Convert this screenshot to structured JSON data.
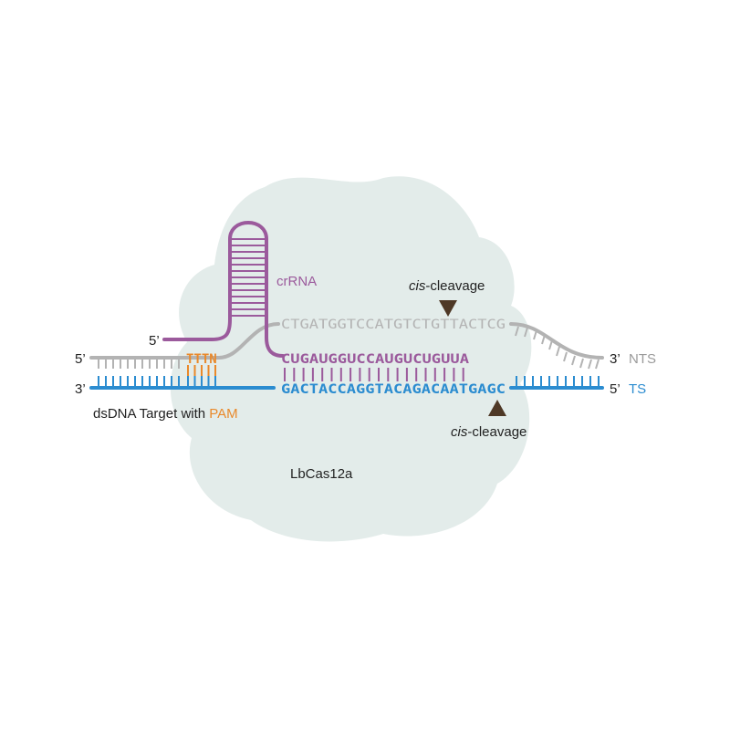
{
  "labels": {
    "crrna": "crRNA",
    "crrna_five_prime": "5’",
    "nts_left_end": "5’",
    "ts_left_end": "3’",
    "nts_right_end": "3’",
    "nts_name": "NTS",
    "ts_right_end": "5’",
    "ts_name": "TS",
    "pam_sequence": "TTTN",
    "target_caption_prefix": "dsDNA Target with ",
    "target_caption_pam": "PAM",
    "protein": "LbCas12a",
    "cleavage_italic": "cis",
    "cleavage_rest": "-cleavage"
  },
  "sequences": {
    "nts": "CTGATGGTCCATGTCTGTTACTCG",
    "crrna_spacer": "CUGAUGGUCCAUGUCUGUUA",
    "ts": "GACTACCAGGTACAGACAATGAGC"
  },
  "colors": {
    "crrna": "#9b5a9c",
    "nts": "#b3b3b3",
    "ts": "#2b8cd0",
    "pam": "#e9892b",
    "protein_blob": "#e3ecea",
    "arrow": "#4e3826",
    "text": "#222222"
  }
}
